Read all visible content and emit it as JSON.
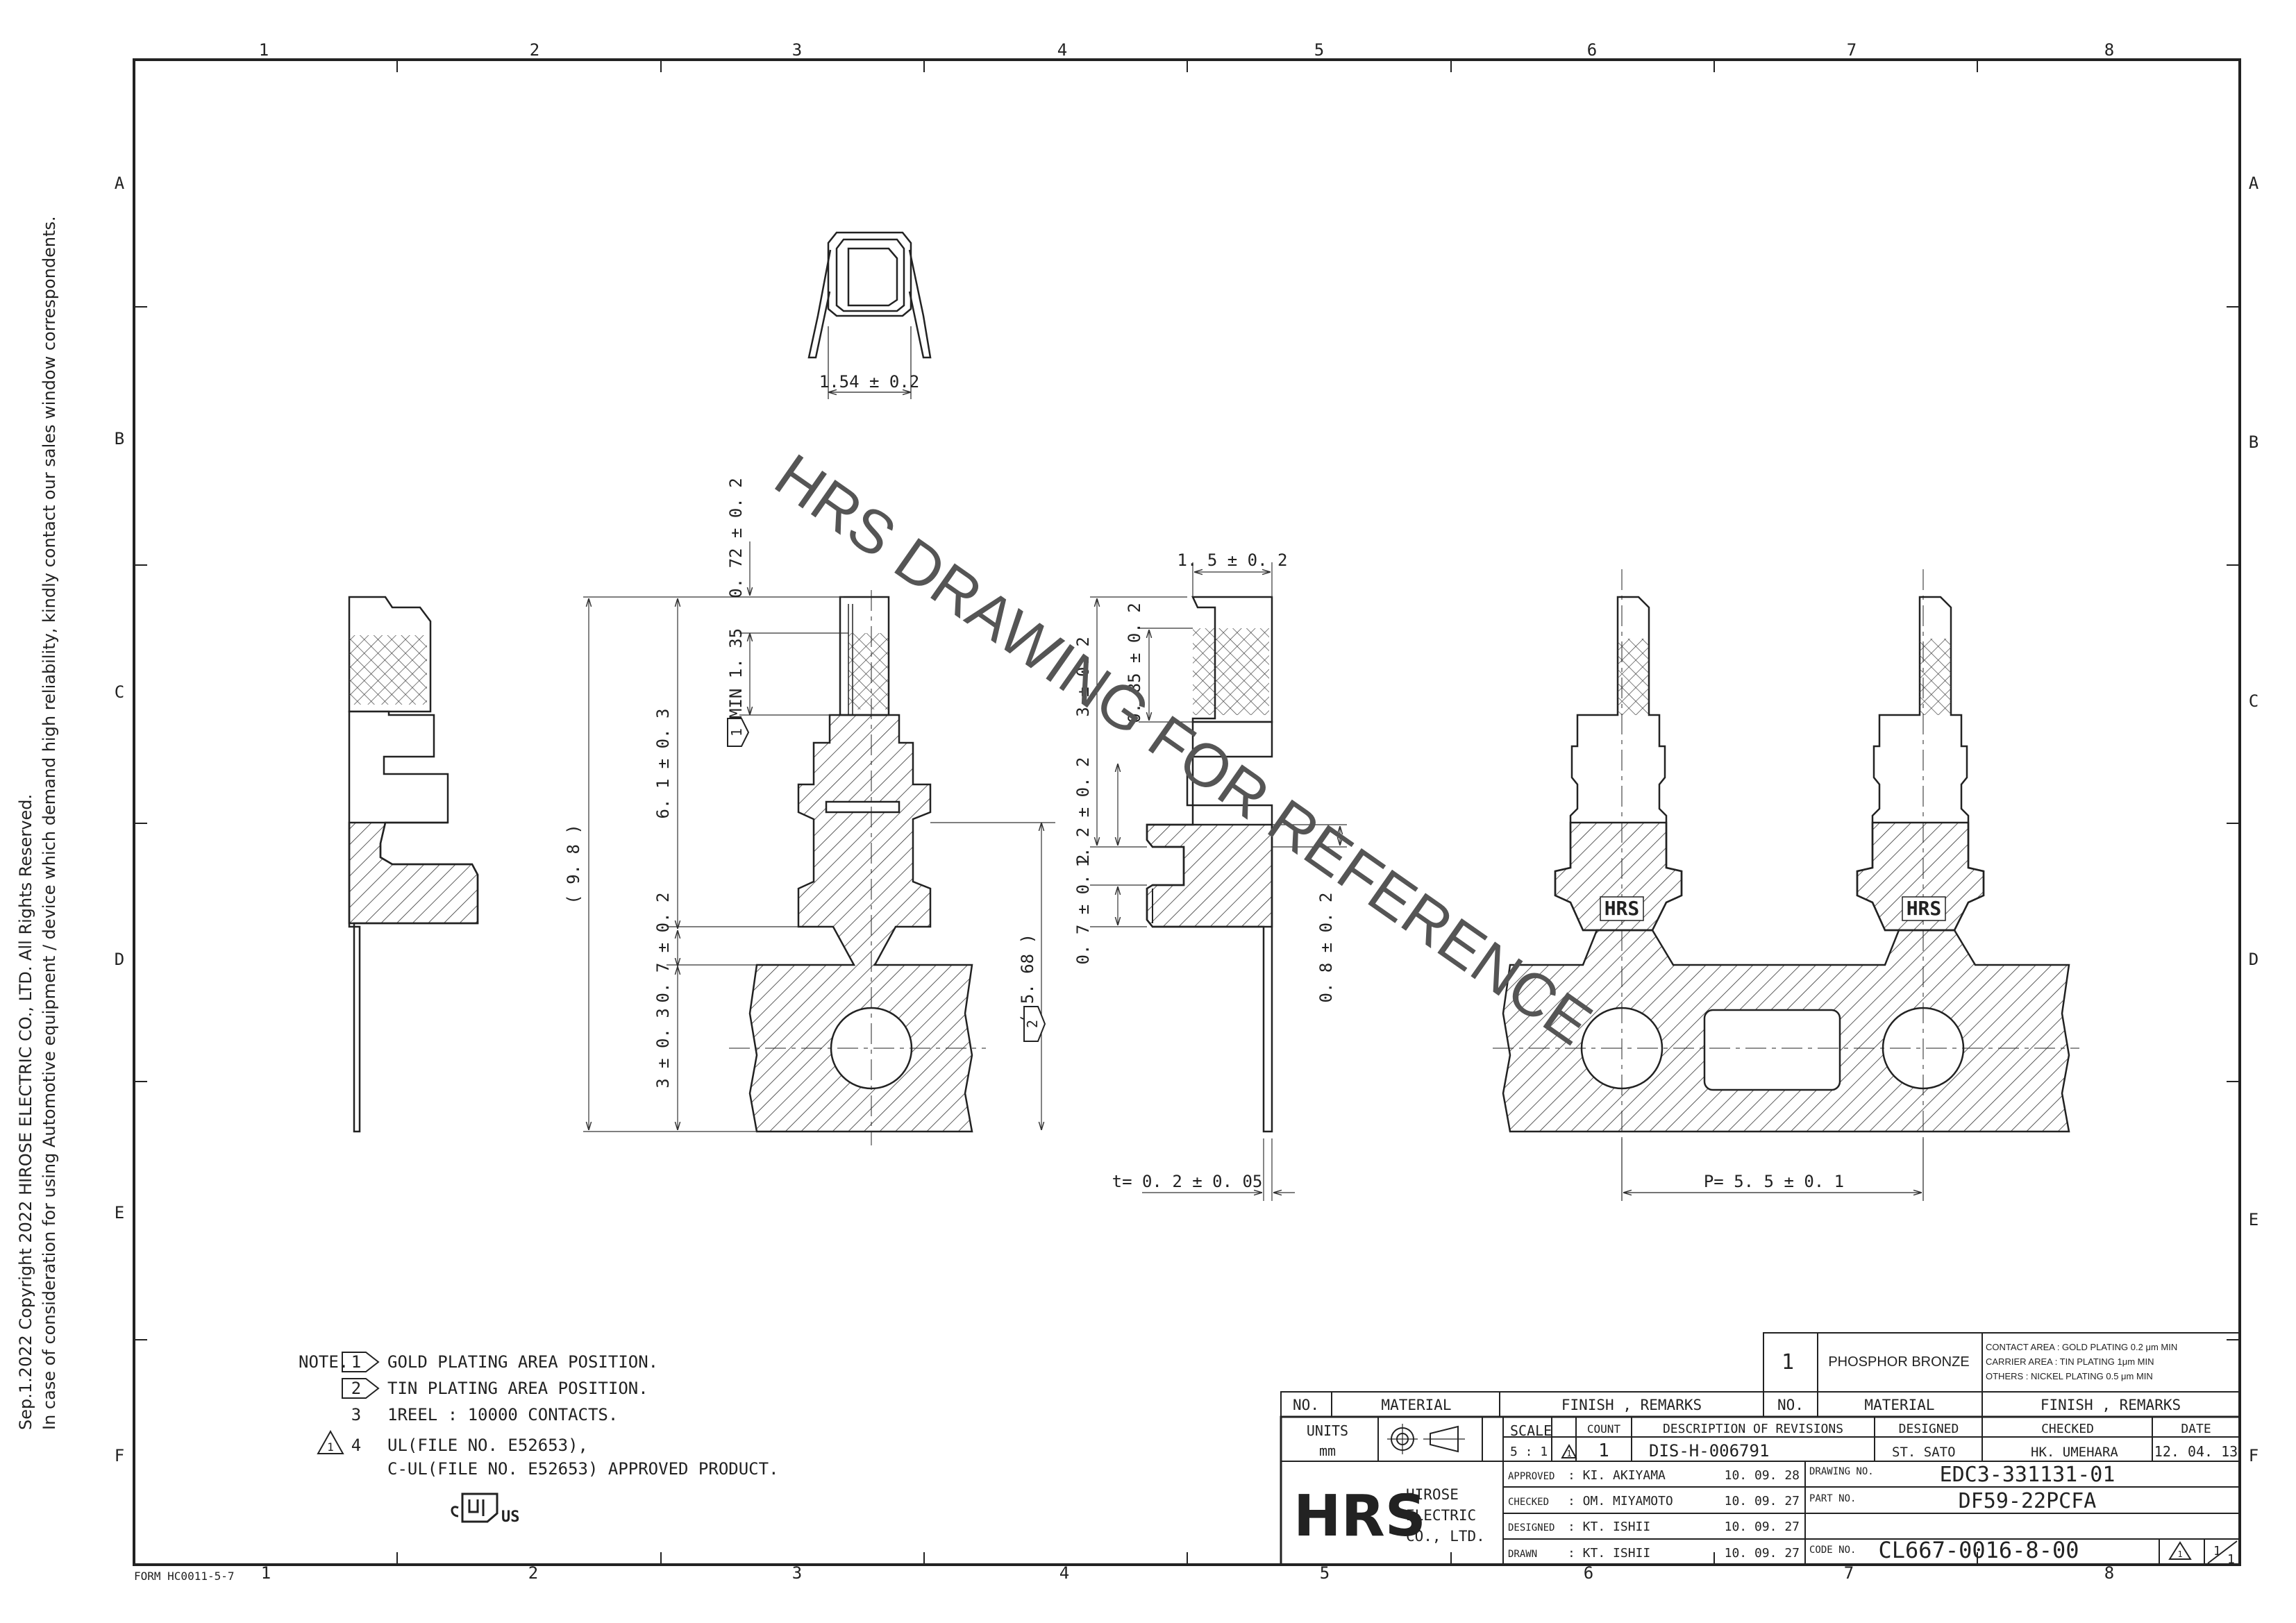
{
  "side_notice": {
    "line1": "Sep.1.2022 Copyright 2022 HIROSE ELECTRIC CO., LTD. All Rights Reserved.",
    "line2": "In case of consideration for using Automotive equipment / device which demand high reliability, kindly contact our sales window correspondents."
  },
  "frame": {
    "col_labels": [
      "1",
      "2",
      "3",
      "4",
      "5",
      "6",
      "7",
      "8"
    ],
    "row_labels": [
      "A",
      "B",
      "C",
      "D",
      "E",
      "F"
    ],
    "form_no": "FORM HC0011-5-7"
  },
  "watermark": "HRS DRAWING FOR REFERENCE",
  "dimensions": {
    "top_width": "1.54 ± 0.2",
    "overall_height": "( 9. 8 )",
    "contact_length": "6. 1 ± 0. 3",
    "gold_min": "MIN 1. 35",
    "tip_height": "0. 72 ± 0. 2",
    "neck": "0. 7 ± 0. 2",
    "carrier": "3 ± 0. 3",
    "tin_ref": "( 5. 68 )",
    "top_depth": "1. 5 ± 0. 2",
    "gold_height": "0. 85 ± 0. 2",
    "step1": "1. 2 ± 0. 2",
    "step2": "0. 7 ± 0. 2",
    "step3": "0. 8 ± 0. 2",
    "side_top": "3 ± 0. 2",
    "thickness": "t= 0. 2 ± 0. 05",
    "pitch": "P= 5. 5 ± 0. 1",
    "flag_1": "1",
    "flag_2": "2"
  },
  "notes": {
    "label": "NOTE.",
    "items": [
      {
        "num": "1",
        "text": "GOLD PLATING AREA POSITION."
      },
      {
        "num": "2",
        "text": "TIN PLATING AREA POSITION."
      },
      {
        "num": "3",
        "text": "1REEL : 10000 CONTACTS."
      },
      {
        "num": "4",
        "text": "UL(FILE NO. E52653),"
      },
      {
        "num": "",
        "text": "C-UL(FILE NO. E52653) APPROVED PRODUCT."
      }
    ],
    "ul_mark": "US"
  },
  "material_table": {
    "row_no": "1",
    "row_material": "PHOSPHOR BRONZE",
    "row_finish": [
      "CONTACT AREA : GOLD PLATING 0.2 μm MIN",
      "CARRIER AREA : TIN PLATING 1μm MIN",
      "OTHERS        : NICKEL PLATING 0.5 μm MIN"
    ],
    "headers": [
      "NO.",
      "MATERIAL",
      "FINISH , REMARKS",
      "NO.",
      "MATERIAL",
      "FINISH , REMARKS"
    ]
  },
  "title_block": {
    "units_label": "UNITS",
    "units_value": "mm",
    "scale_label": "SCALE",
    "scale_value": "5 : 1",
    "rev_headers": [
      "COUNT",
      "DESCRIPTION OF REVISIONS",
      "DESIGNED",
      "CHECKED",
      "DATE"
    ],
    "rev_mark": "1",
    "rev_count": "1",
    "rev_desc": "DIS-H-006791",
    "rev_designed": "ST. SATO",
    "rev_checked": "HK. UMEHARA",
    "rev_date": "12. 04. 13",
    "company": [
      "HIROSE",
      "ELECTRIC",
      "CO., LTD."
    ],
    "logo": "HRS",
    "signoffs": [
      {
        "role": "APPROVED",
        "name": ": KI. AKIYAMA",
        "date": "10. 09. 28"
      },
      {
        "role": "CHECKED",
        "name": ": OM. MIYAMOTO",
        "date": "10. 09. 27"
      },
      {
        "role": "DESIGNED",
        "name": ": KT. ISHII",
        "date": "10. 09. 27"
      },
      {
        "role": "DRAWN",
        "name": ": KT. ISHII",
        "date": "10. 09. 27"
      }
    ],
    "drawing_no_label": "DRAWING NO.",
    "drawing_no": "EDC3-331131-01",
    "part_no_label": "PART NO.",
    "part_no": "DF59-22PCFA",
    "code_no_label": "CODE NO.",
    "code_no": "CL667-0016-8-00",
    "sheet_rev": "1",
    "sheet_num": "1",
    "sheet_total": "1"
  }
}
